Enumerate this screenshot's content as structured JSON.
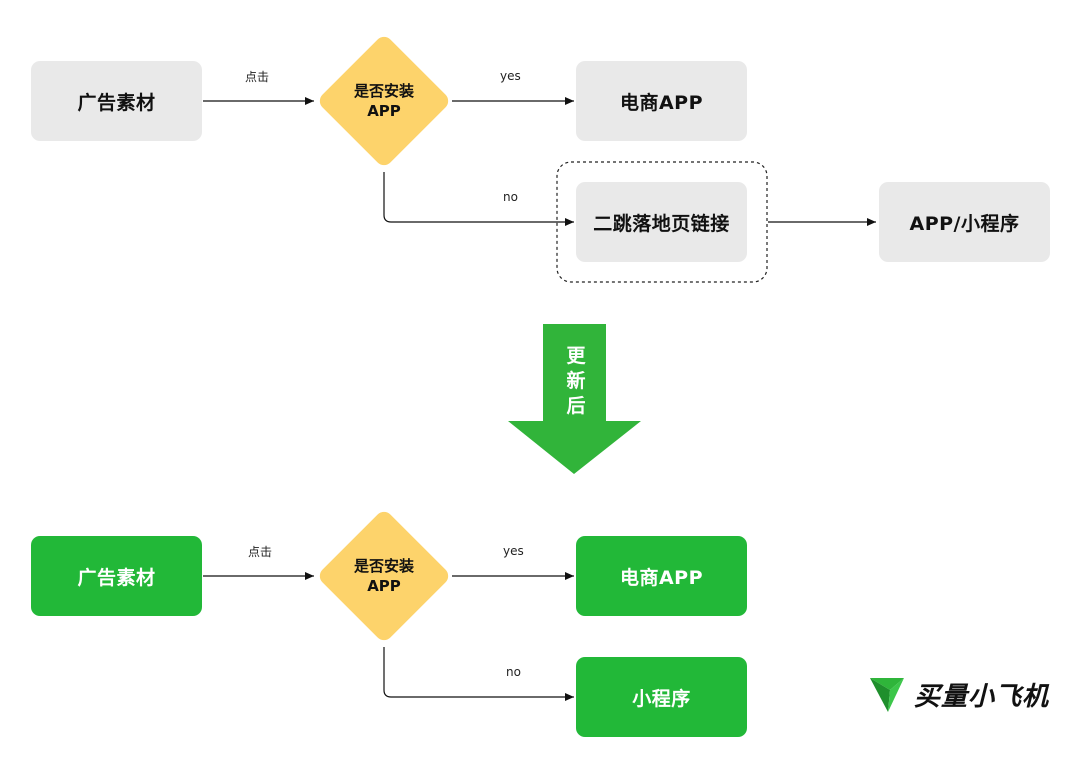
{
  "before": {
    "start_label": "广告素材",
    "click_label": "点击",
    "decision_line1": "是否安装",
    "decision_line2": "APP",
    "yes_label": "yes",
    "no_label": "no",
    "yes_target": "电商APP",
    "no_target": "二跳落地页链接",
    "final_target": "APP/小程序"
  },
  "update": {
    "char1": "更",
    "char2": "新",
    "char3": "后"
  },
  "after": {
    "start_label": "广告素材",
    "click_label": "点击",
    "decision_line1": "是否安装",
    "decision_line2": "APP",
    "yes_label": "yes",
    "no_label": "no",
    "yes_target": "电商APP",
    "no_target": "小程序"
  },
  "logo": {
    "text": "买量小飞机"
  },
  "colors": {
    "gray_box": "#e9e9e9",
    "green": "#22b838",
    "diamond": "#fdd36b",
    "arrow_green": "#31b43a"
  }
}
